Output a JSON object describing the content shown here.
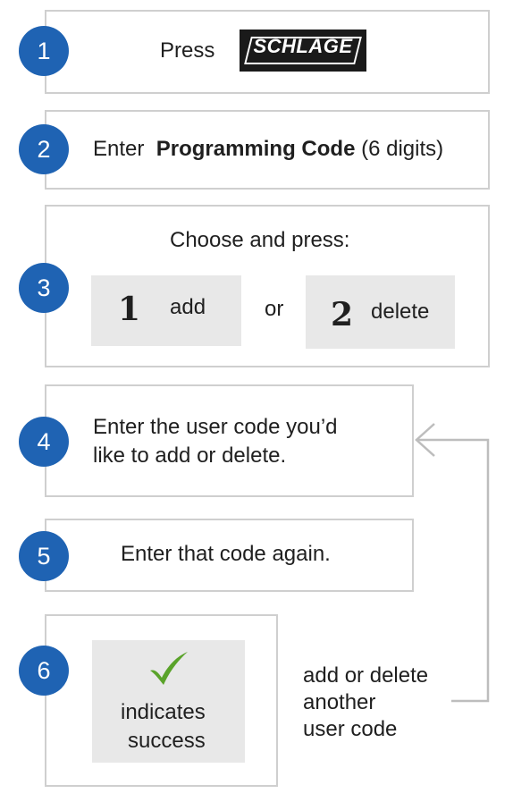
{
  "steps": [
    {
      "num": "1",
      "text": "Press"
    },
    {
      "num": "2",
      "prefix": "Enter",
      "bold": "Programming Code",
      "suffix": "(6 digits)"
    },
    {
      "num": "3",
      "heading": "Choose and press:",
      "option1_key": "1",
      "option1_label": "add",
      "connector": "or",
      "option2_key": "2",
      "option2_label": "delete"
    },
    {
      "num": "4",
      "line1": "Enter the user code you’d",
      "line2": "like to add or delete."
    },
    {
      "num": "5",
      "text": "Enter that code again."
    },
    {
      "num": "6",
      "tile_line1": "indicates",
      "tile_line2": "success"
    }
  ],
  "logo_text": "SCHLAGE",
  "loop_label": {
    "line1": "add or delete",
    "line2": "another",
    "line3": "user code"
  },
  "colors": {
    "badge": "#1f63b3",
    "check": "#5aa32a",
    "border": "#cfcfcf",
    "tile": "#e8e8e8"
  },
  "icons": {
    "success": "check-mark-icon",
    "loop": "arrow-left-icon"
  }
}
